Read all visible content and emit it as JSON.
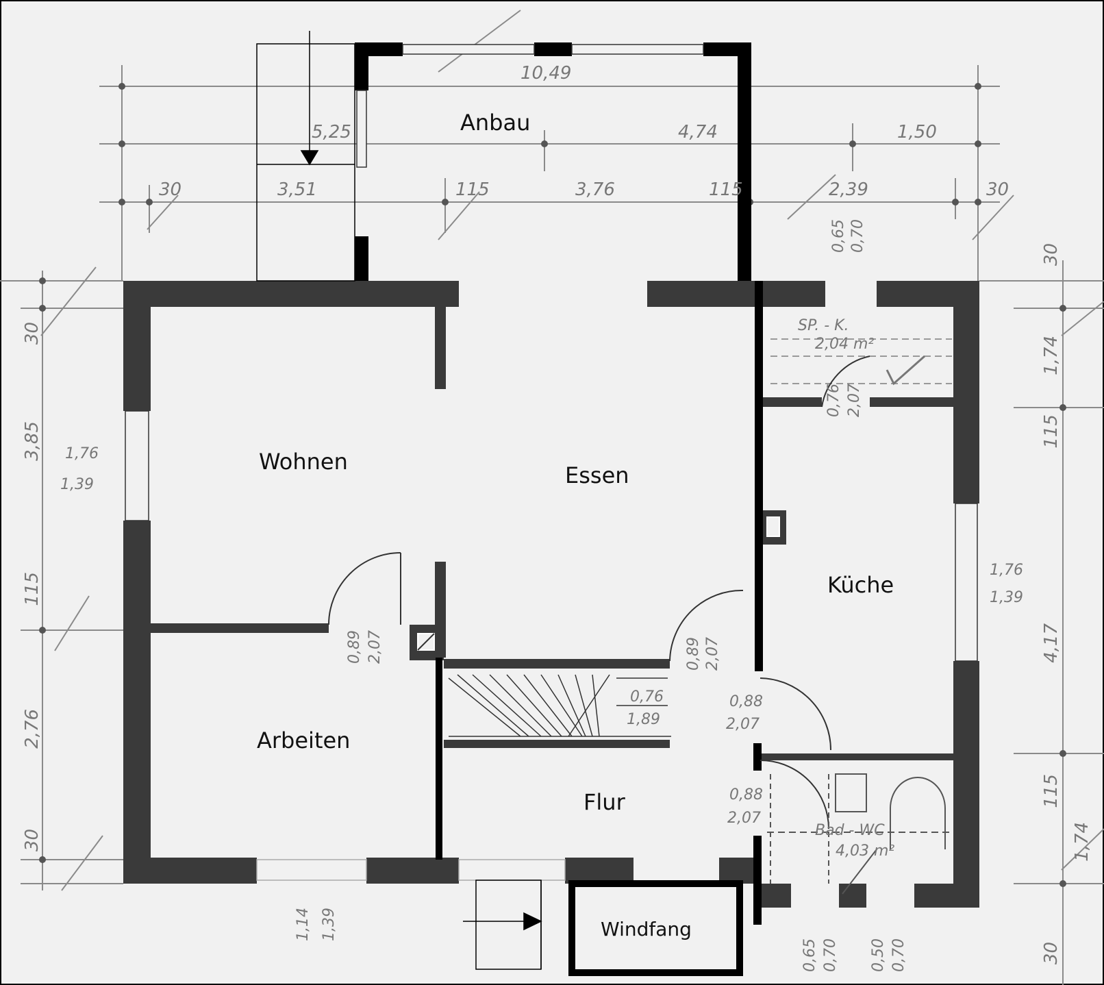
{
  "rooms": {
    "anbau": "Anbau",
    "wohnen": "Wohnen",
    "essen": "Essen",
    "kueche": "Küche",
    "arbeiten": "Arbeiten",
    "flur": "Flur",
    "windfang": "Windfang"
  },
  "dimensions": {
    "top_total": "10,49",
    "top_left": "5,25",
    "top_mid": "4,74",
    "top_right": "1,50",
    "row3_a": "30",
    "row3_b": "3,51",
    "row3_c": "115",
    "row3_d": "3,76",
    "row3_e": "115",
    "row3_f": "2,39",
    "row3_g": "30",
    "left_30_top": "30",
    "left_385": "3,85",
    "left_115": "115",
    "left_276": "2,76",
    "left_30_bot": "30",
    "right_30_top": "30",
    "right_174_top": "1,74",
    "right_115_top": "115",
    "right_417": "4,17",
    "right_115_bot": "115",
    "right_174_bot": "1,74",
    "right_30_bot": "30",
    "win_left_a": "1,76",
    "win_left_b": "1,39",
    "win_right_a": "1,76",
    "win_right_b": "1,39",
    "win_bottom_a": "1,14",
    "win_bottom_b": "1,39",
    "door_wa_a": "0,89",
    "door_wa_b": "2,07",
    "door_essen_a": "0,89",
    "door_essen_b": "2,07",
    "stair_a": "0,76",
    "stair_b": "1,89",
    "door_kueche_a": "0,88",
    "door_kueche_b": "2,07",
    "door_wc_a": "0,88",
    "door_wc_b": "2,07",
    "pantry_door_a": "0,76",
    "pantry_door_b": "2,07",
    "pantry_vent_a": "0,65",
    "pantry_vent_b": "0,70",
    "pantry_label": "SP. - K.",
    "pantry_area": "2,04 m²",
    "wc_label": "Bad - WC",
    "wc_area": "4,03 m²",
    "bottom_right_a": "0,65",
    "bottom_right_b": "0,70",
    "bottom_right_c": "0,50",
    "bottom_right_d": "0,70",
    "bottom_30": "30"
  },
  "colors": {
    "background": "#f1f1f1",
    "wall": "#3a3a3a",
    "new_wall": "#000000",
    "dimension": "#777777"
  }
}
